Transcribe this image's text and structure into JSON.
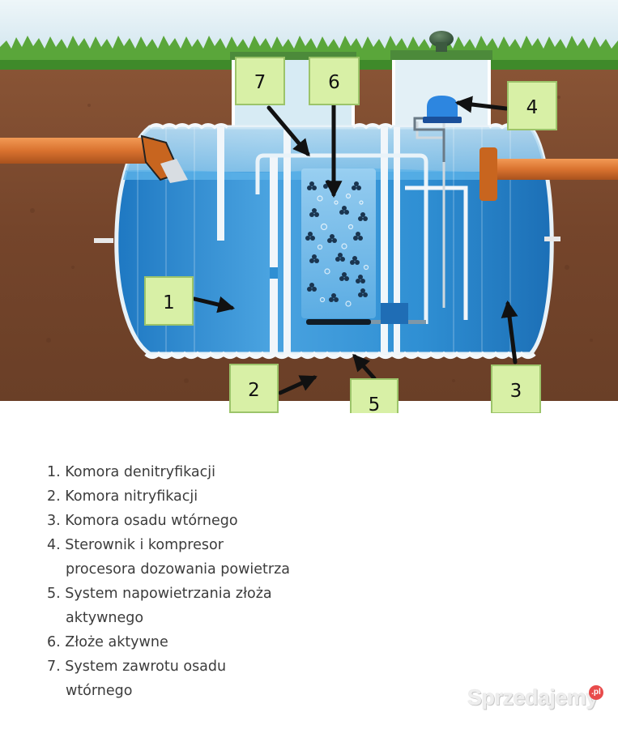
{
  "callouts": [
    "1",
    "2",
    "3",
    "4",
    "5",
    "6",
    "7"
  ],
  "legend": [
    {
      "number": "1.",
      "lines": [
        "Komora denitryfikacji"
      ]
    },
    {
      "number": "2.",
      "lines": [
        "Komora nitryfikacji"
      ]
    },
    {
      "number": "3.",
      "lines": [
        "Komora osadu wtórnego"
      ]
    },
    {
      "number": "4.",
      "lines": [
        "Sterownik i kompresor",
        "procesora dozowania powietrza"
      ]
    },
    {
      "number": "5.",
      "lines": [
        "System napowietrzania złoża",
        "aktywnego"
      ]
    },
    {
      "number": "6.",
      "lines": [
        "Złoże aktywne"
      ]
    },
    {
      "number": "7.",
      "lines": [
        "System zawrotu osadu",
        "wtórnego"
      ]
    }
  ],
  "watermark": {
    "text": "Sprzedajemy",
    "badge": ".pl"
  },
  "colors": {
    "sky": "#dcecf3",
    "grass": "#5aa63a",
    "soil": "#7a4a2e",
    "tank_water": "#2f8fd3",
    "pipe": "#d9722f",
    "callout_fill": "#d8f0a6",
    "callout_border": "#9cc46a"
  }
}
